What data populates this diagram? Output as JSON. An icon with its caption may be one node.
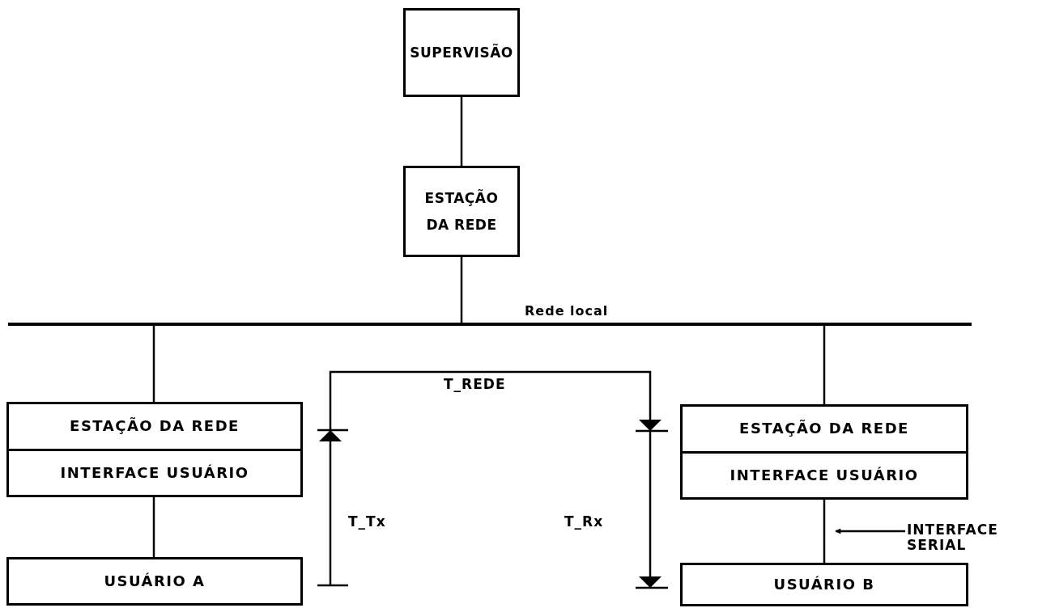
{
  "diagram": {
    "nodes": [
      {
        "text": [
          "SUPERVISÃO"
        ]
      },
      {
        "text": [
          "ESTAÇÃO DA REDE"
        ]
      },
      {
        "text": [],
        "shape": "bar",
        "beside": [
          "Rede local"
        ]
      },
      {
        "text": [
          "ESTAÇÃO DA REDE",
          "INTERFACE USUÁRIO"
        ]
      },
      {
        "text": [
          "USUÁRIO A"
        ]
      },
      {
        "text": [
          "ESTAÇÃO DA REDE",
          "INTERFACE USUÁRIO"
        ]
      },
      {
        "text": [
          "USUÁRIO B"
        ]
      },
      {
        "text": [
          "INTERFACE SERIAL"
        ]
      }
    ],
    "edges": [
      {
        "from": 0,
        "to": 1,
        "arrow": "none"
      },
      {
        "from": 1,
        "to": 2,
        "arrow": "none"
      },
      {
        "from": 2,
        "to": 3,
        "arrow": "none"
      },
      {
        "from": 2,
        "to": 5,
        "arrow": "none"
      },
      {
        "from": 3,
        "to": 4,
        "arrow": "none"
      },
      {
        "from": 5,
        "to": 6,
        "arrow": "none"
      },
      {
        "from": 7,
        "to": null,
        "arrow": "to"
      }
    ],
    "labels": [
      "T_REDE",
      "T_Tx",
      "T_Rx"
    ]
  }
}
